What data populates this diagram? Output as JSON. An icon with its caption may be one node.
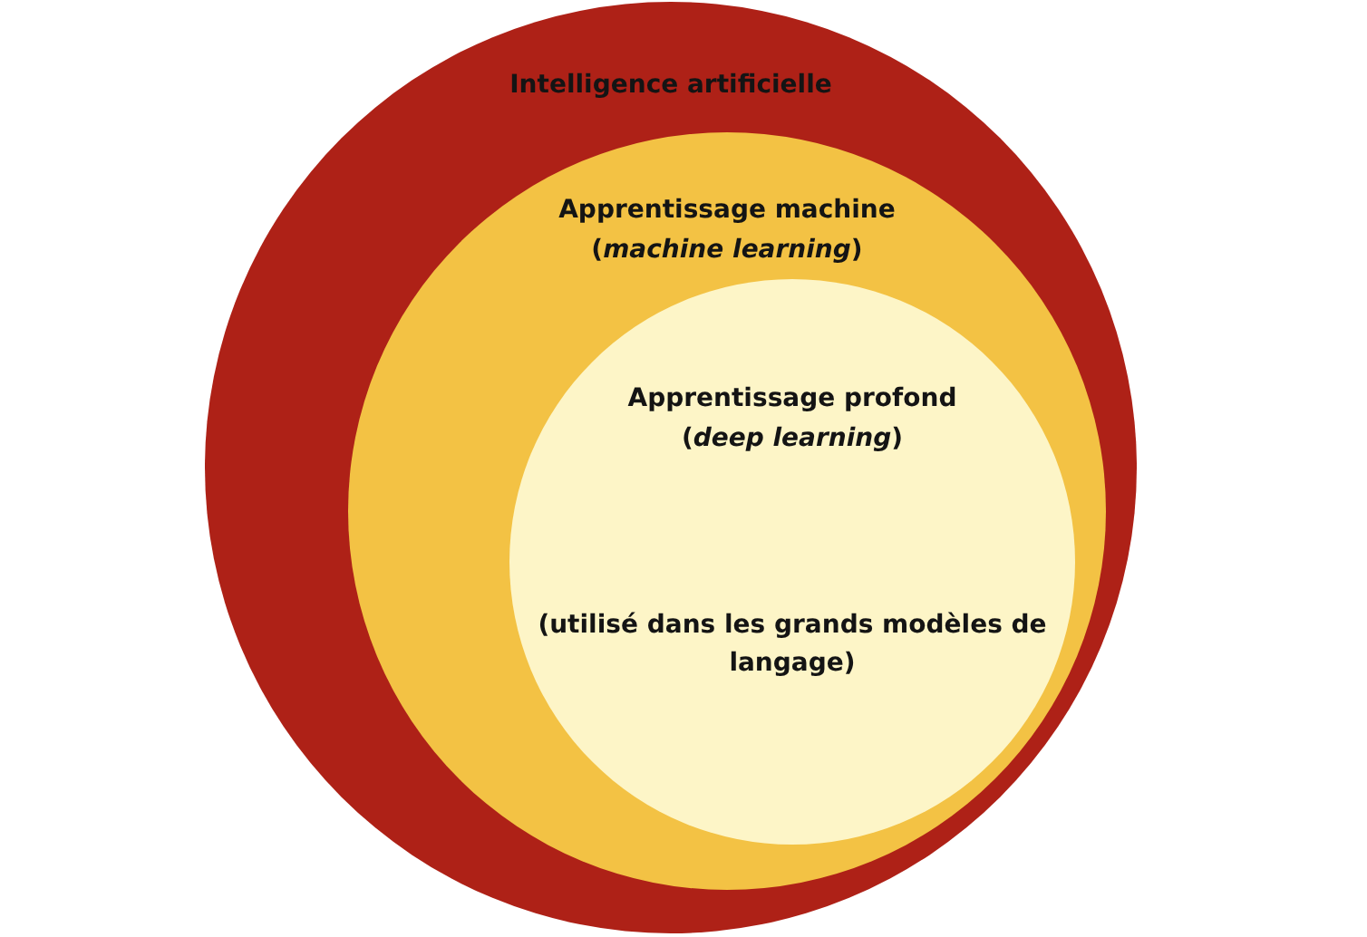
{
  "diagram": {
    "nodes": [
      {
        "text": [
          "Intelligence artificielle"
        ]
      },
      {
        "text": [
          "Apprentissage machine",
          "(*machine learning*)"
        ],
        "in": 0
      },
      {
        "text": [
          "Apprentissage profond",
          "(*deep learning*)",
          "(utilisé dans les grands modèles de langage)"
        ],
        "in": 1
      }
    ]
  }
}
